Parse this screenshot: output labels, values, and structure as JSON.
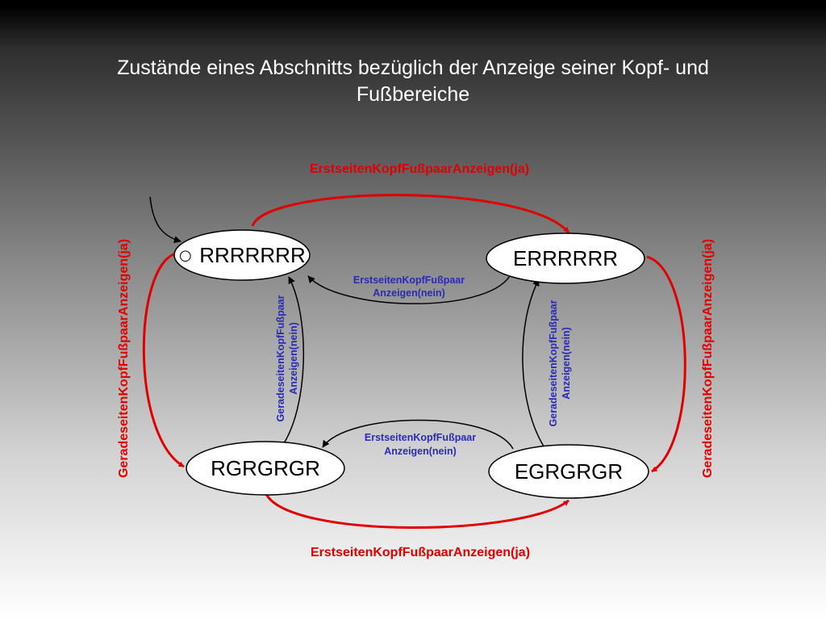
{
  "title": {
    "line1": "Zustände eines Abschnitts bezüglich der Anzeige seiner Kopf- und",
    "line2": "Fußbereiche"
  },
  "states": {
    "rr": "RRRRRRR",
    "er": "ERRRRRR",
    "rg": "RGRGRGR",
    "eg": "EGRGRGR",
    "initial_marker": "○"
  },
  "transitions": {
    "top_ja": "ErstseitenKopfFußpaarAnzeigen(ja)",
    "bottom_ja": "ErstseitenKopfFußpaarAnzeigen(ja)",
    "left_ja": "GeradeseitenKopfFußpaarAnzeigen(ja)",
    "right_ja": "GeradeseitenKopfFußpaarAnzeigen(ja)",
    "top_nein_1": "ErstseitenKopfFußpaar",
    "top_nein_2": "Anzeigen(nein)",
    "bottom_nein_1": "ErstseitenKopfFußpaar",
    "bottom_nein_2": "Anzeigen(nein)",
    "left_nein_1": "GeradeseitenKopfFußpaar",
    "left_nein_2": "Anzeigen(nein)",
    "right_nein_1": "GeradeseitenKopfFußpaar",
    "right_nein_2": "Anzeigen(nein)"
  },
  "colors": {
    "red": "#e00000",
    "blue": "#2a2ab8",
    "black": "#000000"
  }
}
